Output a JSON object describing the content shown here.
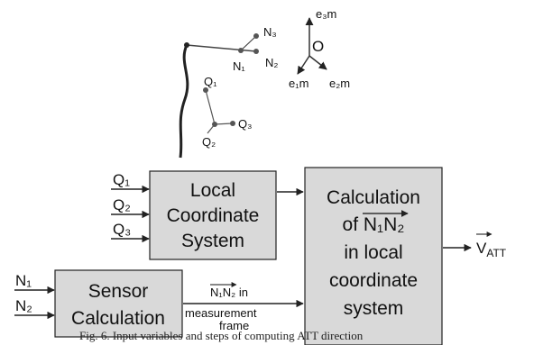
{
  "colors": {
    "box_fill": "#d9d9d9",
    "stroke": "#222222",
    "background": "#ffffff"
  },
  "sketch": {
    "points": [
      "N₁",
      "N₂",
      "N₃",
      "Q₁",
      "Q₂",
      "Q₃"
    ],
    "origin": "O",
    "axes": [
      "e₃m",
      "e₁m",
      "e₂m"
    ]
  },
  "inputs": {
    "q1": "Q₁",
    "q2": "Q₂",
    "q3": "Q₃",
    "n1": "N₁",
    "n2": "N₂"
  },
  "boxes": {
    "local": {
      "line1": "Local",
      "line2": "Coordinate",
      "line3": "System"
    },
    "sensor": {
      "line1": "Sensor",
      "line2": "Calculation"
    },
    "calc": {
      "line1": "Calculation",
      "line2_prefix": "of ",
      "line2_vector": "N₁N₂",
      "line3": "in local",
      "line4": "coordinate",
      "line5": "system"
    }
  },
  "flow": {
    "vector": "N₁N₂",
    "suffix": " in",
    "line2": "measurement",
    "line3": "frame"
  },
  "output": {
    "base": "V",
    "sub": "ATT"
  },
  "caption": "Fig. 6. Input variables and steps of computing ATT direction"
}
